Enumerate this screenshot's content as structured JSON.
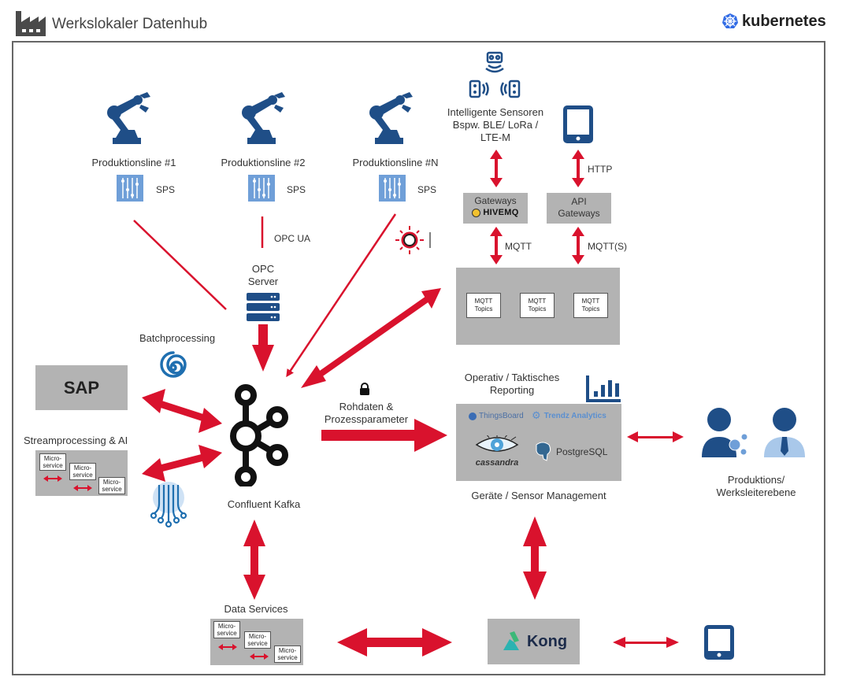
{
  "header": {
    "title": "Werkslokaler Datenhub",
    "platform": "kubernetes"
  },
  "colors": {
    "arrow_red": "#d9122d",
    "icon_blue": "#1f4e87",
    "light_blue": "#6f9fd8",
    "box_gray": "#b3b3b3"
  },
  "production_lines": [
    {
      "label": "Produktionsline #1",
      "controller": "SPS"
    },
    {
      "label": "Produktionsline #2",
      "controller": "SPS"
    },
    {
      "label": "Produktionsline #N",
      "controller": "SPS"
    }
  ],
  "opc": {
    "protocol": "OPC UA",
    "server_line1": "OPC",
    "server_line2": "Server"
  },
  "sensors": {
    "line1": "Intelligente Sensoren",
    "line2": "Bspw. BLE/ LoRa /",
    "line3": "LTE-M"
  },
  "gateways": {
    "hivemq_label": "Gateways",
    "hivemq_logo": "HIVEMQ",
    "api_line1": "API",
    "api_line2": "Gateways",
    "http_label": "HTTP",
    "mqtt_label": "MQTT",
    "mqtts_label": "MQTT(S)"
  },
  "mqtt_topics": [
    {
      "line1": "MQTT",
      "line2": "Topics"
    },
    {
      "line1": "MQTT",
      "line2": "Topics"
    },
    {
      "line1": "MQTT",
      "line2": "Topics"
    }
  ],
  "left": {
    "batch_label": "Batchprocessing",
    "sap_label": "SAP",
    "stream_label": "Streamprocessing & AI",
    "microservices": [
      "Micro-\nservice",
      "Micro-\nservice",
      "Micro-\nservice"
    ]
  },
  "kafka": {
    "label": "Confluent Kafka"
  },
  "raw_data": {
    "line1": "Rohdaten &",
    "line2": "Prozessparameter"
  },
  "reporting": {
    "line1": "Operativ / Taktisches",
    "line2": "Reporting",
    "logos": [
      "ThingsBoard",
      "Trendz Analytics",
      "cassandra",
      "PostgreSQL"
    ],
    "caption": "Geräte / Sensor Management"
  },
  "users": {
    "line1": "Produktions/",
    "line2": "Werksleiterebene"
  },
  "data_services": {
    "label": "Data Services",
    "microservices": [
      "Micro-\nservice",
      "Micro-\nservice",
      "Micro-\nservice"
    ]
  },
  "kong": {
    "label": "Kong"
  }
}
